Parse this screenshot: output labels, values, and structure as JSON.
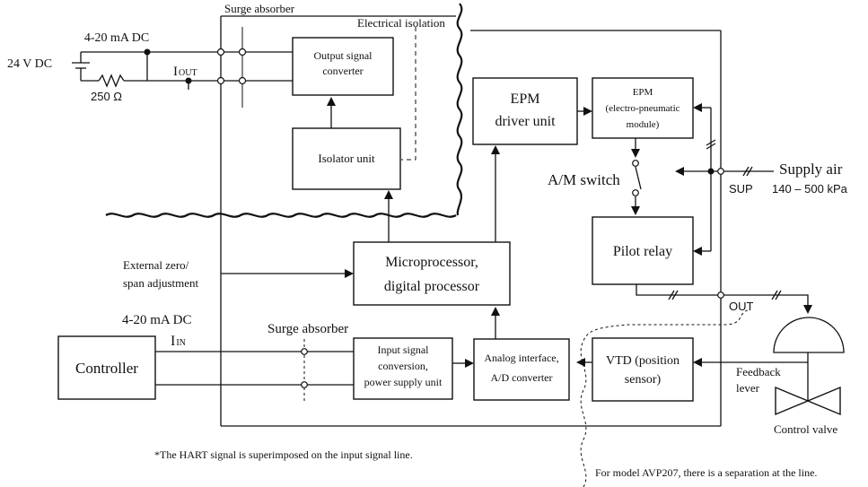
{
  "left_top": {
    "current_loop": "4-20 mA DC",
    "supply_voltage": "24 V DC",
    "resistor": "250 Ω",
    "output_current": "I",
    "output_current_sub": "OUT",
    "surge_absorber": "Surge absorber",
    "electrical_isolation": "Electrical isolation"
  },
  "blocks": {
    "output_converter": [
      "Output signal",
      "converter"
    ],
    "isolator": "Isolator unit",
    "microprocessor": [
      "Microprocessor,",
      "digital processor"
    ],
    "input_conversion": [
      "Input signal",
      "conversion,",
      "power supply unit"
    ],
    "analog_interface": [
      "Analog interface,",
      "A/D converter"
    ],
    "controller": "Controller",
    "epm_driver": [
      "EPM",
      "driver unit"
    ],
    "epm_module": [
      "EPM",
      "(electro-pneumatic",
      "module)"
    ],
    "pilot_relay": "Pilot relay",
    "vtd": [
      "VTD (position",
      "sensor)"
    ]
  },
  "labels": {
    "external_zero": [
      "External zero/",
      "span adjustment"
    ],
    "input_loop": "4-20 mA DC",
    "input_current": "I",
    "input_current_sub": "IN",
    "surge_absorber_lower": "Surge absorber",
    "am_switch": "A/M switch",
    "supply_air": "Supply air",
    "supply_pressure": "140 – 500 kPa",
    "sup": "SUP",
    "out": "OUT",
    "feedback_lever": [
      "Feedback",
      "lever"
    ],
    "control_valve": "Control valve"
  },
  "notes": {
    "hart": "*The HART signal is superimposed on the input signal line.",
    "separation": "For model AVP207, there is a separation at the  line."
  }
}
